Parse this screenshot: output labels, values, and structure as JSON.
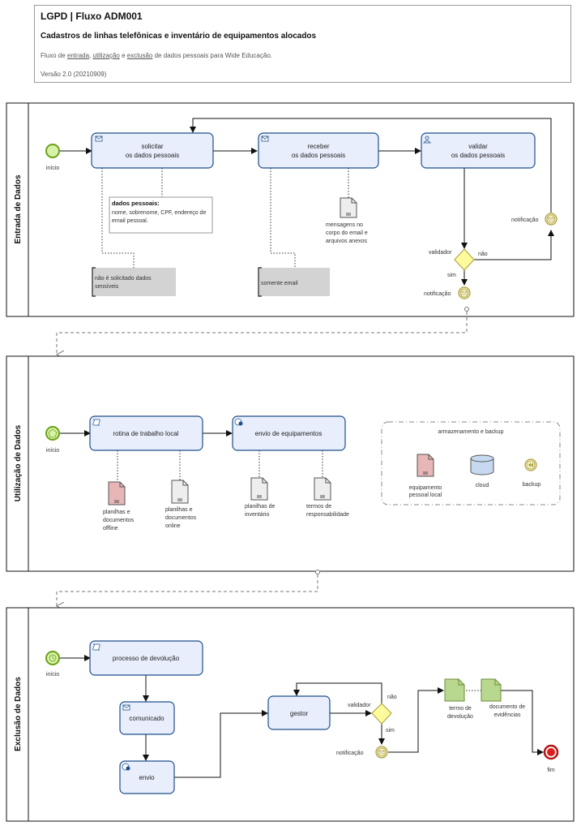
{
  "header": {
    "title": "LGPD | Fluxo ADM001",
    "subtitle": "Cadastros de linhas telefônicas e inventário de equipamentos alocados",
    "desc_prefix": "Fluxo de ",
    "desc_link1": "entrada",
    "desc_sep1": ", ",
    "desc_link2": "utilização",
    "desc_sep2": " e ",
    "desc_link3": "exclusão",
    "desc_suffix": " de dados pessoais para Wide Educação.",
    "version": "Versão 2.0 (20210909)"
  },
  "lane1": {
    "label": "Entrada de Dados",
    "start_label": "início",
    "task1": [
      "solicitar",
      "os dados pessoais"
    ],
    "task2": [
      "receber",
      "os dados pessoais"
    ],
    "task3": [
      "validar",
      "os dados pessoais"
    ],
    "note_title": "dados pessoais:",
    "note_lines": [
      "nome, sobrenome, CPF, endereço de",
      "email pessoal."
    ],
    "ann1": [
      "não é solicitado dados",
      "sensíveis"
    ],
    "ann2": "somente email",
    "doc_label": [
      "mensagens no",
      "corpo do email e",
      "arquivos anexos"
    ],
    "gateway_label": "validador",
    "no_label": "não",
    "yes_label": "sim",
    "notif_top": "notificação",
    "notif_bottom": "notificação"
  },
  "lane2": {
    "label": "Utilização de Dados",
    "start_label": "início",
    "task1": "rotina de trabalho local",
    "task2": "envio de equipamentos",
    "doc1": [
      "planilhas e",
      "documentos",
      "offline"
    ],
    "doc2": [
      "planilhas e",
      "documentos",
      "online"
    ],
    "doc3": [
      "planilhas de",
      "inventário"
    ],
    "doc4": [
      "termos de",
      "responsabilidade"
    ],
    "group_title": "armazenamento e backup",
    "g_doc": [
      "equipamento",
      "pessoal local"
    ],
    "g_cloud": "cloud",
    "g_backup": "backup"
  },
  "lane3": {
    "label": "Exclusão de Dados",
    "start_label": "início",
    "task1": "processo de devolução",
    "task2": "comunicado",
    "task3": "envio",
    "task4": "gestor",
    "gateway_label": "validador",
    "no_label": "não",
    "yes_label": "sim",
    "notif": "notificação",
    "doc1": [
      "termo de",
      "devolução"
    ],
    "doc2": [
      "documento de",
      "evidências"
    ],
    "end_label": "fim"
  },
  "colors": {
    "task_fill": "#e8eefc",
    "task_stroke": "#1d4f8a",
    "start_fill": "#d8f1a8",
    "start_stroke": "#6aa217",
    "gateway_fill": "#fdfb9b",
    "event_fill": "#fbf6c9",
    "event_stroke": "#a89b3f",
    "doc_red": "#e7b6b6",
    "doc_green": "#b9d88f",
    "doc_gray": "#eeeeee",
    "end_fill": "#e01d1d"
  }
}
